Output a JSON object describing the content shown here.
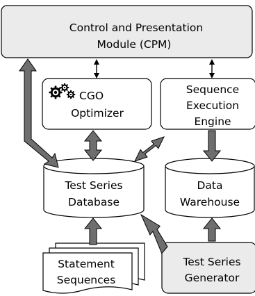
{
  "nodes": {
    "cpm": {
      "line1": "Control and Presentation",
      "line2": "Module (CPM)"
    },
    "cgo": {
      "line1": "CGO",
      "line2": "Optimizer"
    },
    "see": {
      "line1": "Sequence",
      "line2": "Execution",
      "line3": "Engine"
    },
    "tsdb": {
      "line1": "Test Series",
      "line2": "Database"
    },
    "dw": {
      "line1": "Data",
      "line2": "Warehouse"
    },
    "stmt": {
      "line1": "Statement",
      "line2": "Sequences"
    },
    "tsg": {
      "line1": "Test Series",
      "line2": "Generator"
    }
  },
  "colors": {
    "box_fill_gray": "#ebebeb",
    "box_fill_white": "#ffffff",
    "stroke": "#000000",
    "thick_arrow": "#6e6e6e"
  },
  "icons": {
    "cgo": "gears-icon"
  }
}
